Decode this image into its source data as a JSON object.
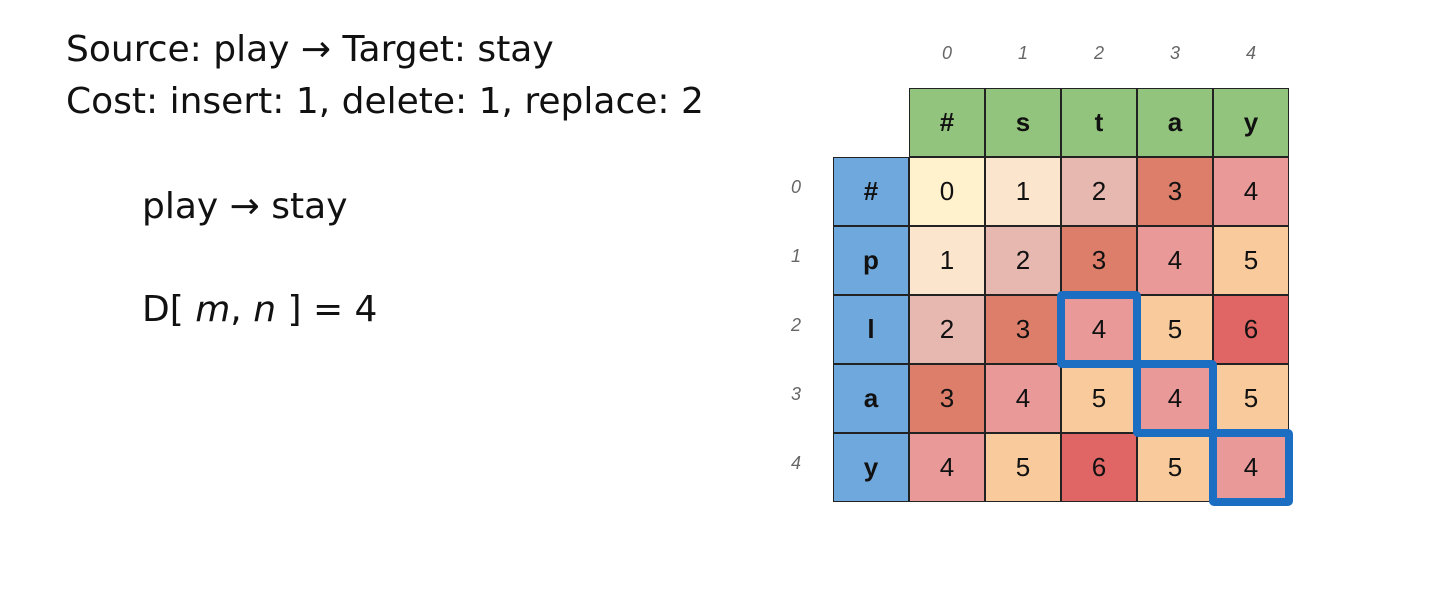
{
  "text": {
    "line1": "Source: play → Target: stay",
    "line2": "Cost: insert: 1,  delete: 1, replace: 2",
    "line3": "play → stay",
    "line4_prefix": "D[ ",
    "line4_m": "m",
    "line4_comma": ", ",
    "line4_n": "n",
    "line4_suffix": " ] = 4"
  },
  "matrix": {
    "col_indices": [
      "0",
      "1",
      "2",
      "3",
      "4"
    ],
    "row_indices": [
      "0",
      "1",
      "2",
      "3",
      "4"
    ],
    "target_chars": [
      "#",
      "s",
      "t",
      "a",
      "y"
    ],
    "source_chars": [
      "#",
      "p",
      "l",
      "a",
      "y"
    ],
    "values": [
      [
        "0",
        "1",
        "2",
        "3",
        "4"
      ],
      [
        "1",
        "2",
        "3",
        "4",
        "5"
      ],
      [
        "2",
        "3",
        "4",
        "5",
        "6"
      ],
      [
        "3",
        "4",
        "5",
        "4",
        "5"
      ],
      [
        "4",
        "5",
        "6",
        "5",
        "4"
      ]
    ],
    "highlighted_path": [
      [
        2,
        2
      ],
      [
        3,
        3
      ],
      [
        4,
        4
      ]
    ]
  },
  "colors": {
    "header_target": "#93c47d",
    "header_source": "#6fa8dc",
    "highlight": "#1b6ec2",
    "value_0": "#fff2cc",
    "value_1": "#fce5cd",
    "value_2": "#e6b8af",
    "value_3": "#dd7e6b",
    "value_4": "#ea9999",
    "value_5": "#f9cb9c",
    "value_6": "#e06666"
  }
}
